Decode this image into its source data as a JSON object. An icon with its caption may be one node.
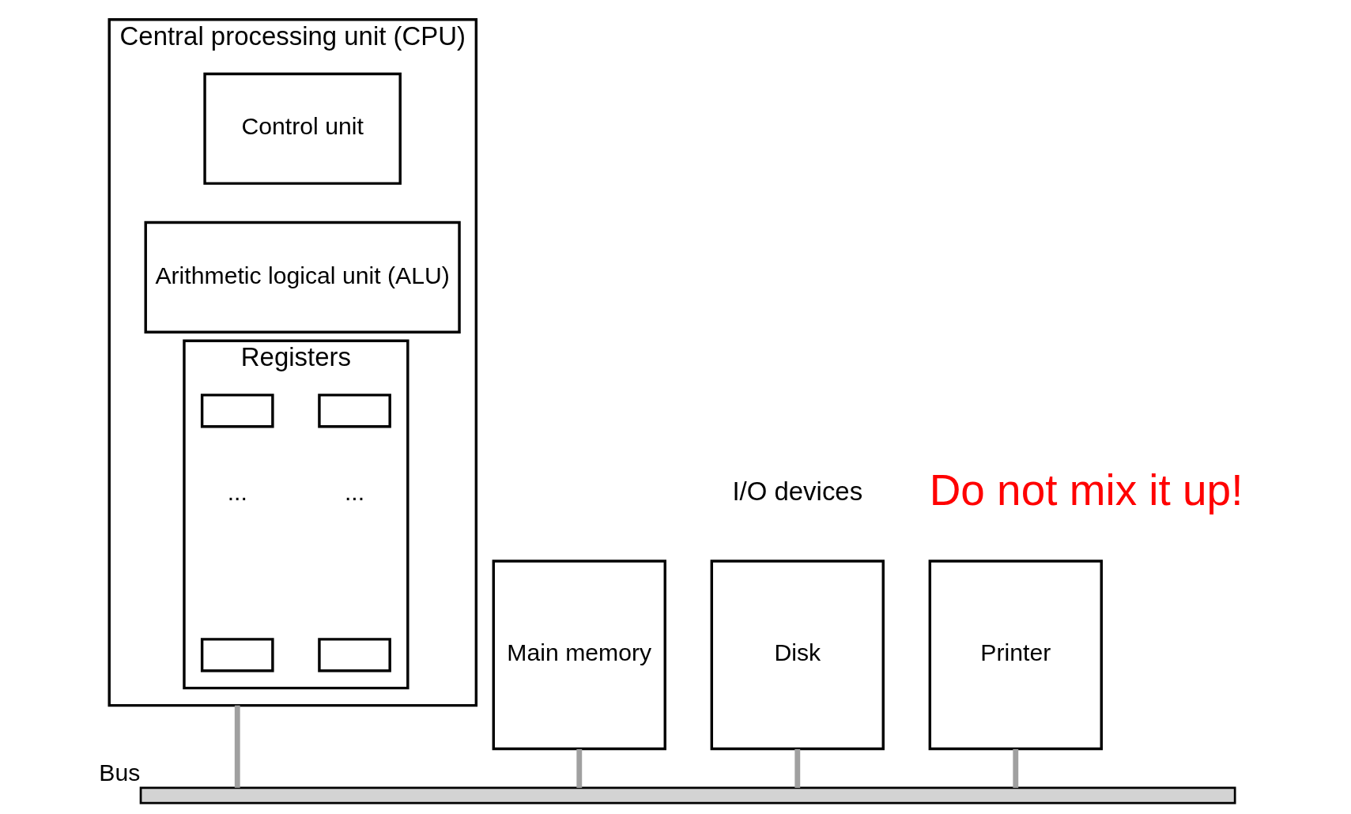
{
  "diagram": {
    "nodes": [
      {
        "text": [
          "Central processing unit (CPU)"
        ]
      },
      {
        "text": [
          "Control unit"
        ],
        "in": 0
      },
      {
        "text": [
          "Arithmetic logical unit (ALU)"
        ],
        "in": 0
      },
      {
        "text": [
          "Registers"
        ],
        "in": 0
      },
      {
        "text": [],
        "shape": "box",
        "in": 3
      },
      {
        "text": [],
        "shape": "box",
        "in": 3
      },
      {
        "text": [],
        "shape": "box",
        "in": 3
      },
      {
        "text": [],
        "shape": "box",
        "in": 3
      },
      {
        "text": [
          "Main memory"
        ]
      },
      {
        "text": [
          "Disk"
        ]
      },
      {
        "text": [
          "Printer"
        ]
      },
      {
        "text": [],
        "shape": "bar",
        "beside": [
          "Bus"
        ]
      }
    ],
    "edges": [
      {
        "from": 0,
        "to": 11,
        "arrow": "none"
      },
      {
        "from": 8,
        "to": 11,
        "arrow": "none"
      },
      {
        "from": 9,
        "to": 11,
        "arrow": "none"
      },
      {
        "from": 10,
        "to": 11,
        "arrow": "none"
      }
    ],
    "labels": [
      "Do not mix it up!",
      "I/O devices",
      "...",
      "..."
    ]
  }
}
